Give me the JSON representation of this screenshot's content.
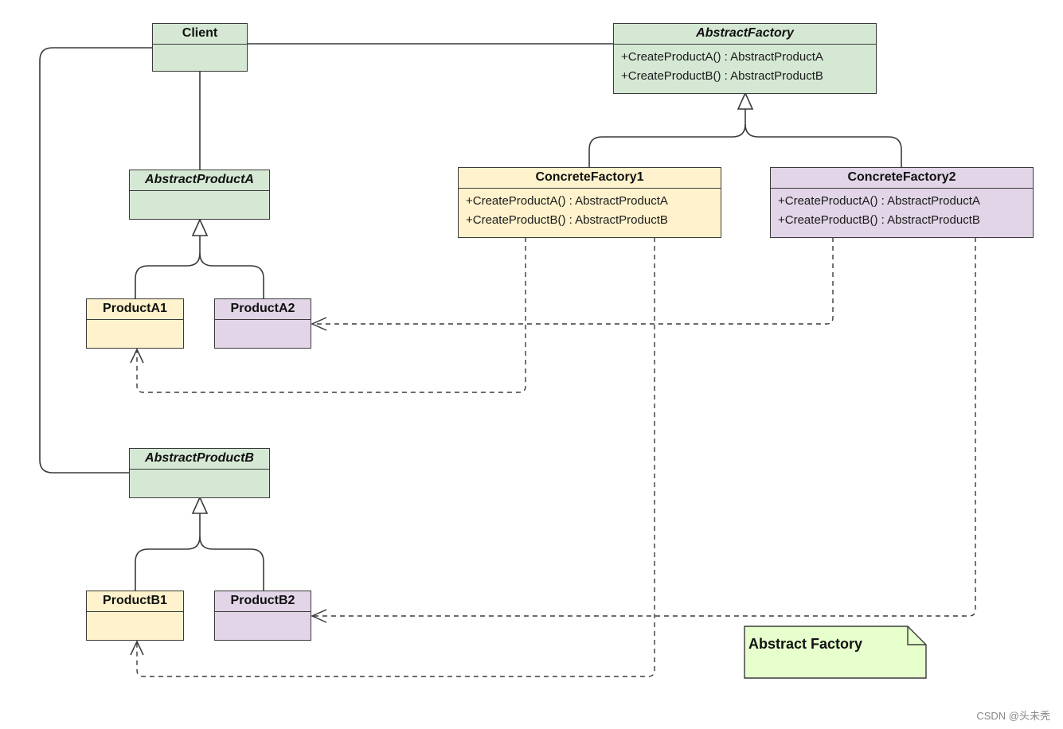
{
  "diagram": {
    "classes": {
      "client": {
        "name": "Client"
      },
      "abstract_factory": {
        "name": "AbstractFactory",
        "operations": [
          "+CreateProductA() : AbstractProductA",
          "+CreateProductB() : AbstractProductB"
        ]
      },
      "concrete_factory1": {
        "name": "ConcreteFactory1",
        "operations": [
          "+CreateProductA() : AbstractProductA",
          "+CreateProductB() : AbstractProductB"
        ]
      },
      "concrete_factory2": {
        "name": "ConcreteFactory2",
        "operations": [
          "+CreateProductA() : AbstractProductA",
          "+CreateProductB() : AbstractProductB"
        ]
      },
      "abstract_product_a": {
        "name": "AbstractProductA"
      },
      "product_a1": {
        "name": "ProductA1"
      },
      "product_a2": {
        "name": "ProductA2"
      },
      "abstract_product_b": {
        "name": "AbstractProductB"
      },
      "product_b1": {
        "name": "ProductB1"
      },
      "product_b2": {
        "name": "ProductB2"
      }
    },
    "note": {
      "text": "Abstract Factory"
    },
    "colors": {
      "abstract": "#d5e8d4",
      "family1": "#fff2cc",
      "family2": "#e1d5e7",
      "note": "#e6ffcc",
      "line": "#3a3a3a"
    }
  },
  "watermark": "CSDN @头未秃"
}
